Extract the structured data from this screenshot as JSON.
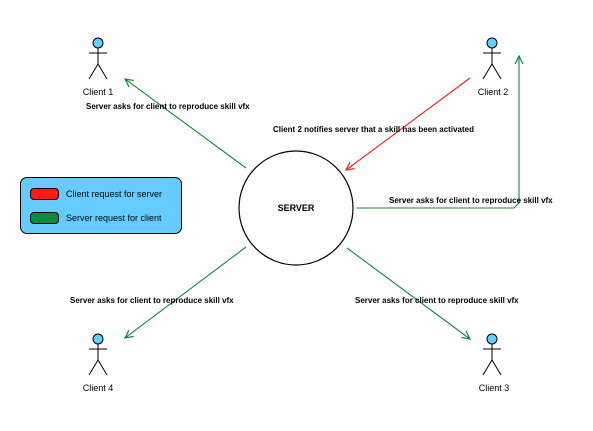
{
  "colors": {
    "client_request": "#ff1a1a",
    "server_request": "#0f8a3f",
    "actor_head": "#66ccff",
    "legend_bg": "#66ccff"
  },
  "server": {
    "label": "SERVER"
  },
  "clients": [
    {
      "label": "Client 1"
    },
    {
      "label": "Client 2"
    },
    {
      "label": "Client 3"
    },
    {
      "label": "Client 4"
    }
  ],
  "edges": [
    {
      "label": "Server asks for client to reproduce skill vfx",
      "kind": "server_request",
      "target": "Client 1"
    },
    {
      "label": "Client 2 notifies server that a skill has been activated",
      "kind": "client_request",
      "target": "SERVER"
    },
    {
      "label": "Server asks for client to reproduce skill vfx",
      "kind": "server_request",
      "target": "Client 2"
    },
    {
      "label": "Server asks for client to reproduce skill vfx",
      "kind": "server_request",
      "target": "Client 4"
    },
    {
      "label": "Server asks for client to reproduce skill vfx",
      "kind": "server_request",
      "target": "Client 3"
    }
  ],
  "legend": {
    "items": [
      {
        "label": "Client request for server",
        "color": "#ff1a1a"
      },
      {
        "label": "Server request for client",
        "color": "#0f8a3f"
      }
    ]
  }
}
